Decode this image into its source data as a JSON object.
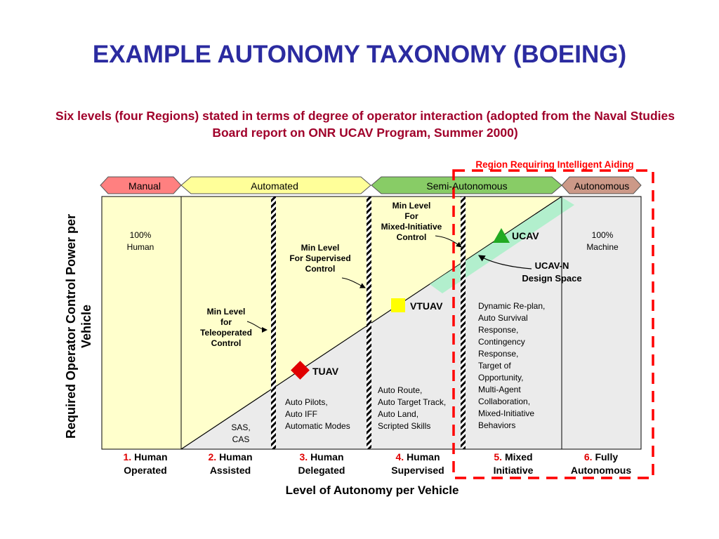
{
  "title": "EXAMPLE AUTONOMY TAXONOMY (BOEING)",
  "subtitle": "Six levels (four Regions) stated in terms of degree of operator interaction (adopted from the Naval Studies Board report on ONR UCAV Program, Summer 2000)",
  "region_label": "Region Requiring Intelligent Aiding",
  "categories": {
    "manual": "Manual",
    "automated": "Automated",
    "semi": "Semi-Autonomous",
    "autonomous": "Autonomous"
  },
  "y_axis_label": "Required Operator Control Power per Vehicle",
  "x_axis_label": "Level of Autonomy per Vehicle",
  "levels": [
    {
      "num": "1.",
      "name_line1": "Human",
      "name_line2": "Operated"
    },
    {
      "num": "2.",
      "name_line1": "Human",
      "name_line2": "Assisted"
    },
    {
      "num": "3.",
      "name_line1": "Human",
      "name_line2": "Delegated"
    },
    {
      "num": "4.",
      "name_line1": "Human",
      "name_line2": "Supervised"
    },
    {
      "num": "5.",
      "name_line1": "Mixed",
      "name_line2": "Initiative"
    },
    {
      "num": "6.",
      "name_line1": "Fully",
      "name_line2": "Autonomous"
    }
  ],
  "annotations": {
    "human_100": [
      "100%",
      "Human"
    ],
    "machine_100": [
      "100%",
      "Machine"
    ],
    "min_teleop": [
      "Min Level",
      "for",
      "Teleoperated",
      "Control"
    ],
    "min_supervised": [
      "Min Level",
      "For Supervised",
      "Control"
    ],
    "min_mixed": [
      "Min Level",
      "For",
      "Mixed-Initiative",
      "Control"
    ],
    "ucav_n": [
      "UCAV-N",
      "Design Space"
    ],
    "sas_cas": [
      "SAS,",
      "CAS"
    ],
    "level3_text": [
      "Auto Pilots,",
      "Auto IFF",
      "Automatic Modes"
    ],
    "level4_text": [
      "Auto Route,",
      "Auto Target Track,",
      "Auto Land,",
      "Scripted Skills"
    ],
    "level5_text": [
      "Dynamic Re-plan,",
      "Auto Survival",
      "Response,",
      "Contingency",
      "Response,",
      "Target of",
      "Opportunity,",
      "Multi-Agent",
      "Collaboration,",
      "Mixed-Initiative",
      "Behaviors"
    ]
  },
  "vehicles": {
    "tuav": "TUAV",
    "vtuav": "VTUAV",
    "ucav": "UCAV"
  },
  "colors": {
    "title": "#2b2ba0",
    "subtitle": "#a0002a",
    "region": "#ff0000",
    "upper_fill": "#ffffcc",
    "lower_fill": "#ebebeb",
    "manual_arrow": "#ff8080",
    "automated_arrow": "#ffff99",
    "semi_arrow": "#88cc66",
    "autonomous_arrow": "#cc9988",
    "tuav": "#e00000",
    "vtuav": "#ffff00",
    "ucav": "#22aa22"
  }
}
